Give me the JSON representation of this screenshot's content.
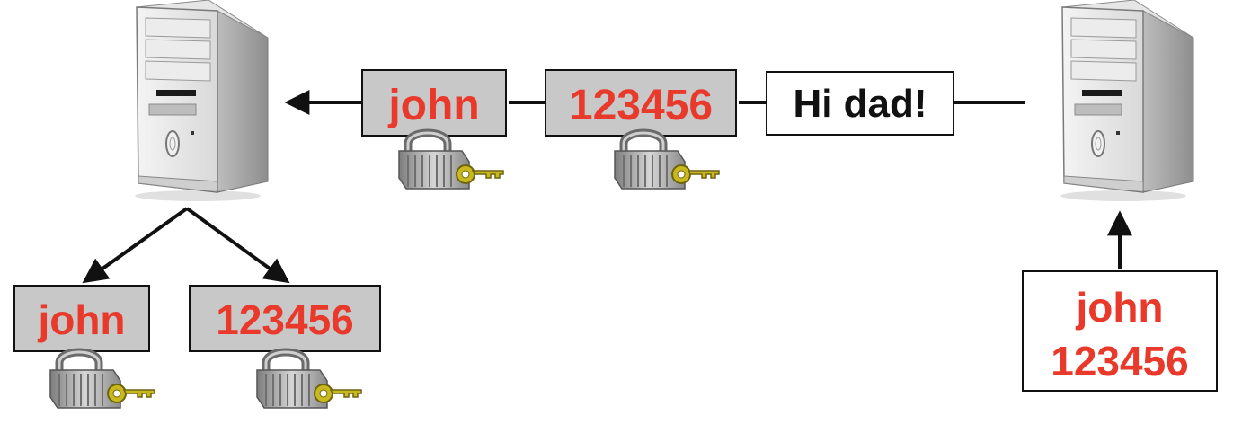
{
  "labels": {
    "username": "john",
    "password": "123456",
    "message": "Hi dad!",
    "credentials_line1": "john",
    "credentials_line2": "123456"
  },
  "colors": {
    "secret_text": "#e8392b",
    "plain_text": "#111111",
    "encrypted_box_fill": "#c8c8c8",
    "plain_box_fill": "#ffffff",
    "line": "#111111"
  },
  "icons": {
    "computer": "tower-computer-icon",
    "lock": "padlock-with-key-icon"
  }
}
